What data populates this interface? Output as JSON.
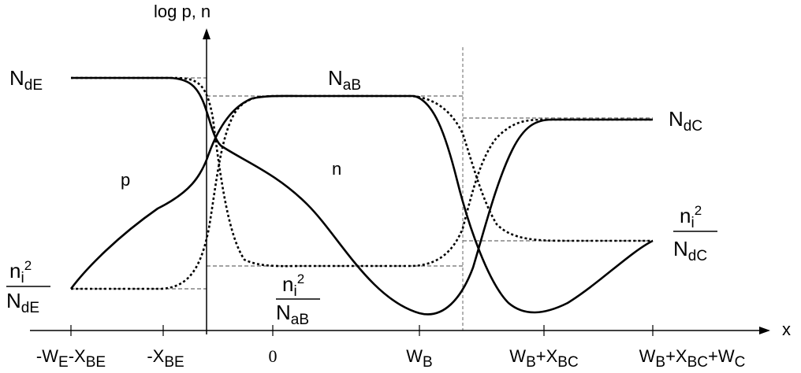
{
  "axis_labels": {
    "y": "log p, n",
    "x": "x"
  },
  "x_ticks": {
    "neg_we_xbe": {
      "a": "-W",
      "a_sub": "E",
      "b": "-X",
      "b_sub": "BE"
    },
    "neg_xbe": {
      "a": "-X",
      "a_sub": "BE"
    },
    "zero": {
      "a": "0"
    },
    "wb": {
      "a": "W",
      "a_sub": "B"
    },
    "wb_xbc": {
      "a": "W",
      "a_sub": "B",
      "b": "+X",
      "b_sub": "BC"
    },
    "wb_xbc_wc": {
      "a": "W",
      "a_sub": "B",
      "b": "+X",
      "b_sub": "BC",
      "c": "+W",
      "c_sub": "C"
    }
  },
  "levels": {
    "nde": {
      "base": "N",
      "sub": "dE"
    },
    "nab": {
      "base": "N",
      "sub": "aB"
    },
    "ndc": {
      "base": "N",
      "sub": "dC"
    }
  },
  "fractions": {
    "ni2_nde": {
      "num_base": "n",
      "num_sub": "i",
      "num_sup": "2",
      "den_base": "N",
      "den_sub": "dE"
    },
    "ni2_nab": {
      "num_base": "n",
      "num_sub": "i",
      "num_sup": "2",
      "den_base": "N",
      "den_sub": "aB"
    },
    "ni2_ndc": {
      "num_base": "n",
      "num_sub": "i",
      "num_sup": "2",
      "den_base": "N",
      "den_sub": "dC"
    }
  },
  "region_labels": {
    "p": "p",
    "n": "n"
  },
  "colors": {
    "ink": "#000000",
    "guide": "#444444"
  }
}
